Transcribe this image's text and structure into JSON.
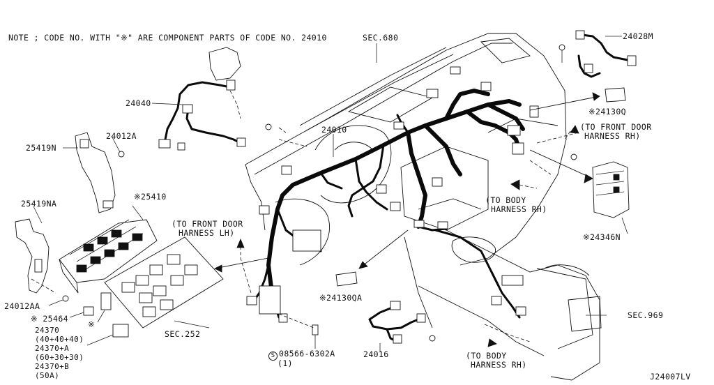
{
  "diagram": {
    "note": "NOTE ; CODE NO. WITH \"※\" ARE COMPONENT PARTS OF CODE NO. 24010",
    "figure_id": "J24007LV",
    "labels": {
      "sec680": "SEC.680",
      "p24028m": "24028M",
      "p24040": "24040",
      "p24012a": "24012A",
      "p25419n": "25419N",
      "p24010": "24010",
      "p24130q": "※24130Q",
      "to_front_door_rh_1": "(TO FRONT DOOR",
      "to_front_door_rh_2": "HARNESS RH)",
      "p25419na": "25419NA",
      "p25410": "※25410",
      "to_body_rh_a_1": "(TO BODY",
      "to_body_rh_a_2": "HARNESS RH)",
      "to_front_door_lh_1": "(TO FRONT DOOR",
      "to_front_door_lh_2": "HARNESS LH)",
      "p24346n": "※24346N",
      "p24012aa": "24012AA",
      "p25464": "※ 25464",
      "star_mark": "※",
      "p24130qa": "※24130QA",
      "sec252": "SEC.252",
      "sec969": "SEC.969",
      "p24370_block": "24370\n(40+40+40)\n24370+A\n(60+30+30)\n24370+B\n(50A)",
      "bolt_circle": "S",
      "p08566": "08566-6302A",
      "bolt_qty": "(1)",
      "p24016": "24016",
      "to_body_rh_b_1": "(TO BODY",
      "to_body_rh_b_2": "HARNESS RH)"
    }
  }
}
